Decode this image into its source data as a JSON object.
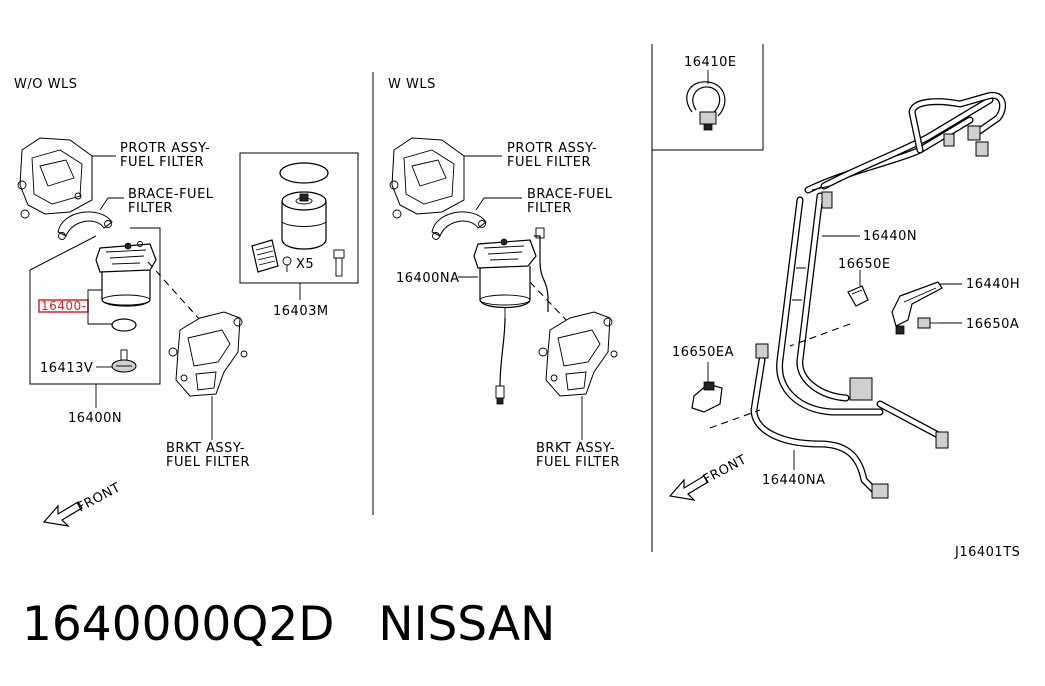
{
  "diagram": {
    "sections": {
      "left": "W/O WLS",
      "middle": "W WLS"
    },
    "labels": {
      "protr_left_1": "PROTR ASSY-",
      "protr_left_2": "FUEL FILTER",
      "brace_left_1": "BRACE-FUEL",
      "brace_left_2": "FILTER",
      "highlight_part": "16400-",
      "p16413V": "16413V",
      "p16400N": "16400N",
      "p16403M": "16403M",
      "x5": "X5",
      "brkt_left_1": "BRKT ASSY-",
      "brkt_left_2": "FUEL FILTER",
      "front_left": "FRONT",
      "protr_mid_1": "PROTR ASSY-",
      "protr_mid_2": "FUEL FILTER",
      "brace_mid_1": "BRACE-FUEL",
      "brace_mid_2": "FILTER",
      "p16400NA": "16400NA",
      "brkt_mid_1": "BRKT ASSY-",
      "brkt_mid_2": "FUEL FILTER",
      "p16410E": "16410E",
      "p16440N": "16440N",
      "p16650E": "16650E",
      "p16440H": "16440H",
      "p16650A": "16650A",
      "p16650EA": "16650EA",
      "p16440NA": "16440NA",
      "front_right": "FRONT",
      "code": "J16401TS"
    },
    "colors": {
      "highlight": "#d8232a",
      "line": "#000000"
    }
  },
  "footer": {
    "part_number": "1640000Q2D",
    "brand": "NISSAN"
  }
}
